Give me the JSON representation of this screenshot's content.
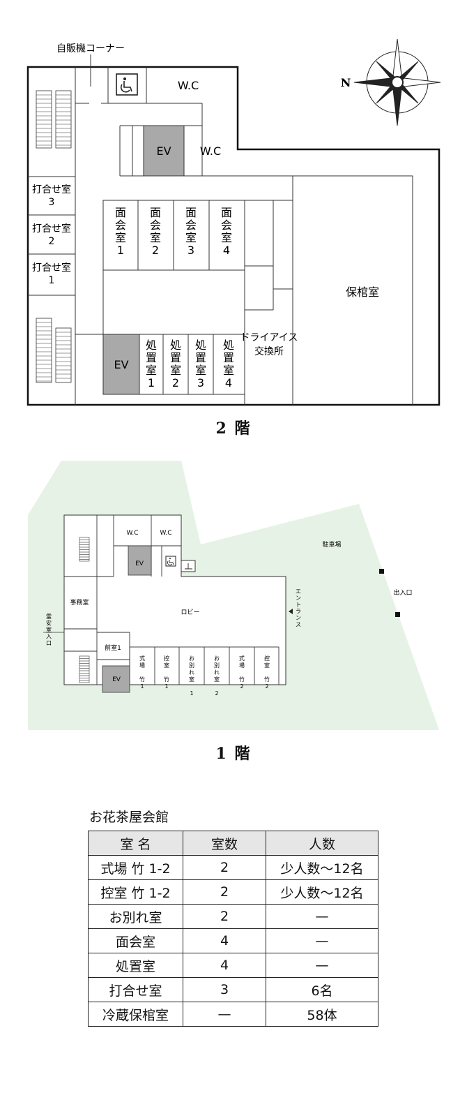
{
  "floor2": {
    "label": "2 階",
    "vending_corner": "自販機コーナー",
    "compass_letter": "N",
    "ev": "EV",
    "wc": "W.C",
    "meeting_rooms": [
      "打合せ室\n3",
      "打合せ室\n2",
      "打合せ室\n1"
    ],
    "visit_rooms": [
      "面\n会\n室\n1",
      "面\n会\n室\n2",
      "面\n会\n室\n3",
      "面\n会\n室\n4"
    ],
    "treatment_rooms": [
      "処\n置\n室\n1",
      "処\n置\n室\n2",
      "処\n置\n室\n3",
      "処\n置\n室\n4"
    ],
    "dry_ice": "ドライアイス\n交換所",
    "storage": "保棺室"
  },
  "floor1": {
    "label": "1 階",
    "wc": "W.C",
    "ev": "EV",
    "office": "事務室",
    "lobby": "ロビー",
    "parking": "駐車場",
    "exit": "出入口",
    "entrance": "エントランス",
    "reian_entrance": "霊安室入口",
    "anteroom": "前室1",
    "rooms": [
      "式\n場\n\n竹\n1",
      "控\n室\n\n竹\n1",
      "お\n別\nれ\n室\n\n1",
      "お\n別\nれ\n室\n\n2",
      "式\n場\n\n竹\n2",
      "控\n室\n\n竹\n2"
    ]
  },
  "table": {
    "title": "お花茶屋会館",
    "headers": [
      "室 名",
      "室数",
      "人数"
    ],
    "rows": [
      [
        "式場 竹 1-2",
        "2",
        "少人数～12名"
      ],
      [
        "控室 竹 1-2",
        "2",
        "少人数～12名"
      ],
      [
        "お別れ室",
        "2",
        "—"
      ],
      [
        "面会室",
        "4",
        "—"
      ],
      [
        "処置室",
        "4",
        "—"
      ],
      [
        "打合せ室",
        "3",
        "6名"
      ],
      [
        "冷蔵保棺室",
        "—",
        "58体"
      ]
    ]
  }
}
